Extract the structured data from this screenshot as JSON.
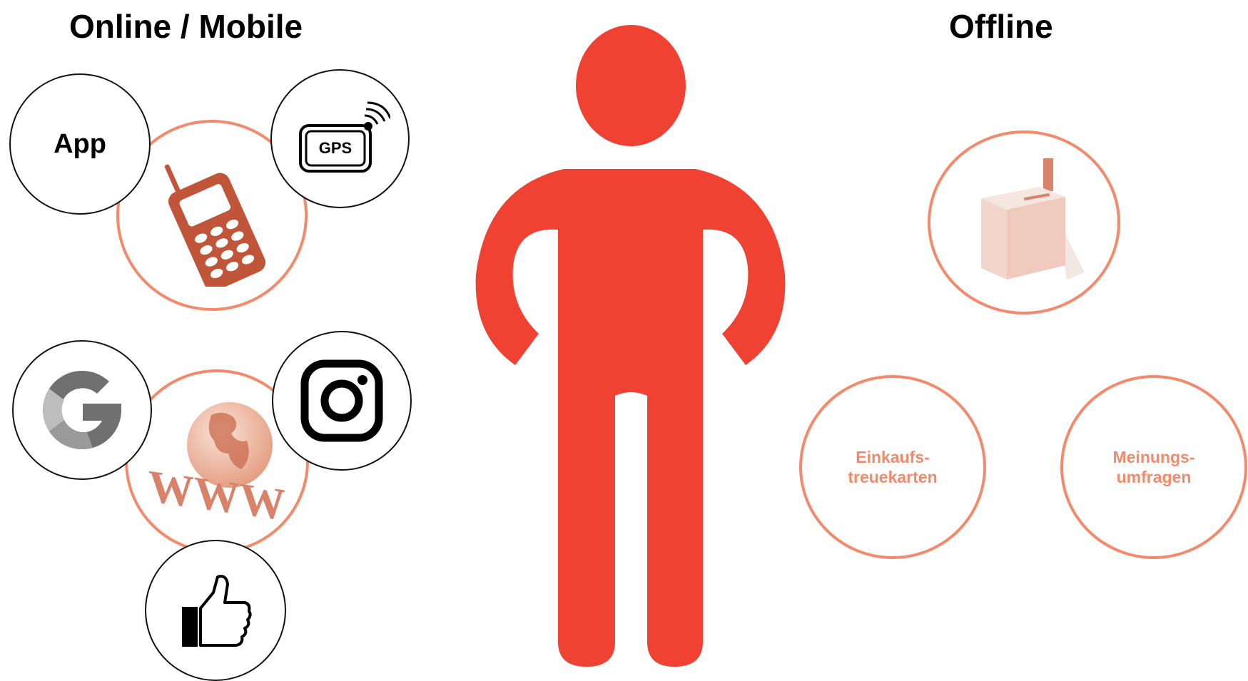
{
  "headings": {
    "online": "Online / Mobile",
    "offline": "Offline"
  },
  "online": {
    "app_label": "App",
    "gps_label": "GPS"
  },
  "offline": {
    "loyalty_cards_label": "Einkaufs-\ntreuekarten",
    "surveys_label": "Meinungs-\numfragen"
  },
  "icons": {
    "mobile_phone": "mobile-phone-icon",
    "gps_device": "gps-icon",
    "google": "google-icon",
    "instagram": "instagram-icon",
    "world_wide_web": "www-globe-icon",
    "like": "thumbs-up-icon",
    "ballot_box": "ballot-box-icon",
    "person": "person-figure-icon"
  },
  "colors": {
    "person": "#ef4232",
    "accent": "#f28a6b",
    "phone": "#c0553a",
    "text": "#000000"
  }
}
